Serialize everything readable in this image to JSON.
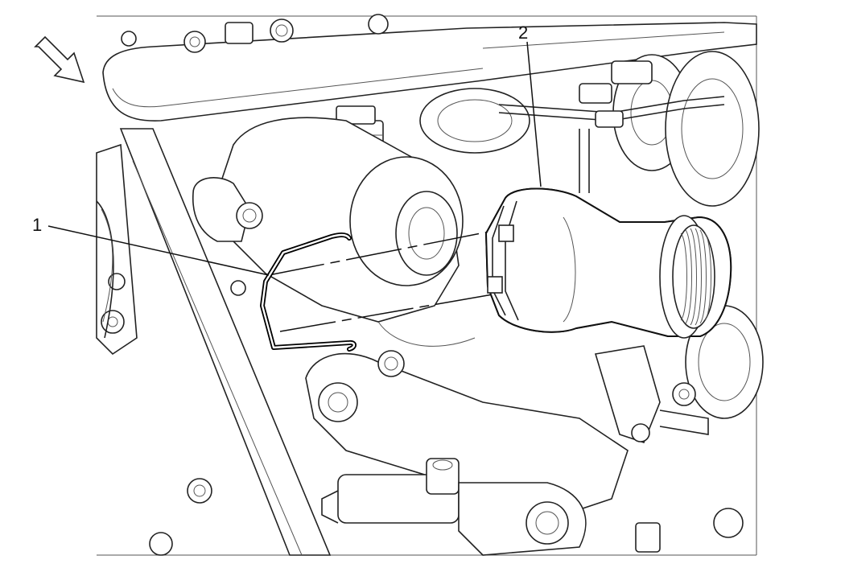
{
  "callouts": [
    {
      "id": "1",
      "label": "1",
      "part": "retainer-clip"
    },
    {
      "id": "2",
      "label": "2",
      "part": "coolant-outlet-pipe"
    }
  ],
  "icons": {
    "view_direction": "arrow-icon"
  },
  "colors": {
    "line": "#111111",
    "background": "#ffffff"
  }
}
